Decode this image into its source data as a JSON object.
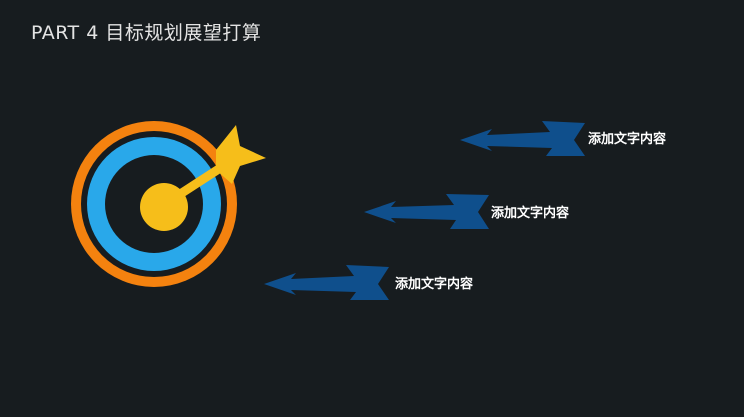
{
  "slide": {
    "title": "PART 4 目标规划展望打算",
    "labels": [
      "添加文字内容",
      "添加文字内容",
      "添加文字内容"
    ]
  },
  "colors": {
    "background": "#171c1f",
    "outer_ring": "#f4820f",
    "middle_ring": "#29a8ea",
    "bullseye": "#f6be1a",
    "arrow": "#0f4f8c"
  },
  "icons": {
    "target": "target-icon",
    "arrows": "left-arrow-icon"
  }
}
